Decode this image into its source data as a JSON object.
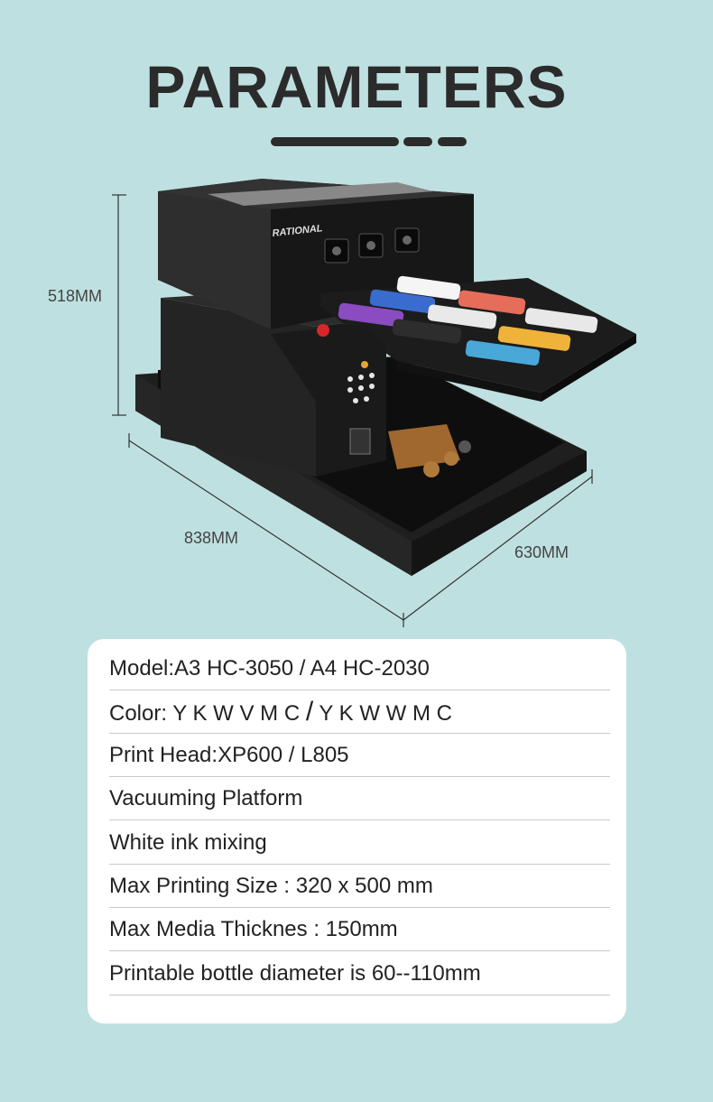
{
  "header": {
    "title": "PARAMETERS"
  },
  "dimensions": {
    "height": "518MM",
    "length": "838MM",
    "width": "630MM"
  },
  "printer": {
    "brand": "RATIONAL",
    "colors": {
      "body": "#1a1a1a",
      "emergency_button": "#d9262b"
    }
  },
  "specs": {
    "model": {
      "label": "Model:",
      "value": "A3 HC-3050 / A4 HC-2030"
    },
    "color": {
      "label": "Color: ",
      "part1": "Y K W V M C ",
      "sep": "/",
      "part2": " Y K W W M C"
    },
    "print_head": {
      "label": "Print Head:",
      "value": "XP600 / L805"
    },
    "platform": "Vacuuming Platform",
    "white_ink": "White ink mixing",
    "max_size": "Max Printing Size :  320 x 500 mm",
    "max_thickness": "Max Media Thicknes :  150mm",
    "bottle": "Printable bottle diameter is 60--110mm"
  },
  "colors": {
    "background": "#bfe0e0",
    "title": "#2b2b2b",
    "card": "#ffffff"
  }
}
